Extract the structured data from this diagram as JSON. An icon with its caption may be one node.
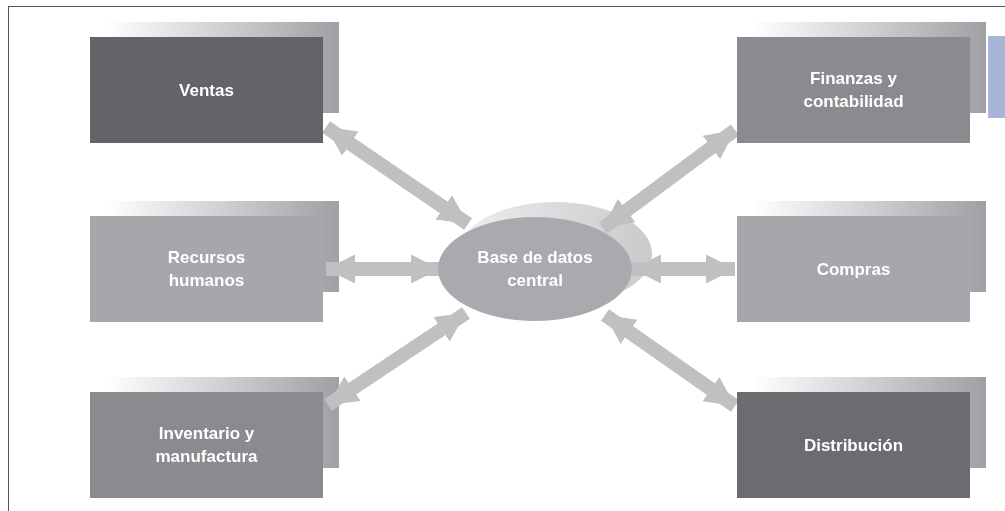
{
  "diagram": {
    "nodes": [
      {
        "text": [
          "Ventas"
        ]
      },
      {
        "text": [
          "Finanzas y contabilidad"
        ]
      },
      {
        "text": [
          "Recursos humanos"
        ]
      },
      {
        "text": [
          "Base de datos central"
        ]
      },
      {
        "text": [
          "Compras"
        ]
      },
      {
        "text": [
          "Inventario y manufactura"
        ]
      },
      {
        "text": [
          "Distribución"
        ]
      },
      {
        "text": [],
        "shape": "bar"
      }
    ],
    "edges": [
      {
        "from": 3,
        "to": 0,
        "arrow": "both"
      },
      {
        "from": 3,
        "to": 1,
        "arrow": "both"
      },
      {
        "from": 3,
        "to": 2,
        "arrow": "both"
      },
      {
        "from": 3,
        "to": 4,
        "arrow": "both"
      },
      {
        "from": 3,
        "to": 5,
        "arrow": "both"
      },
      {
        "from": 3,
        "to": 6,
        "arrow": "both"
      }
    ]
  }
}
